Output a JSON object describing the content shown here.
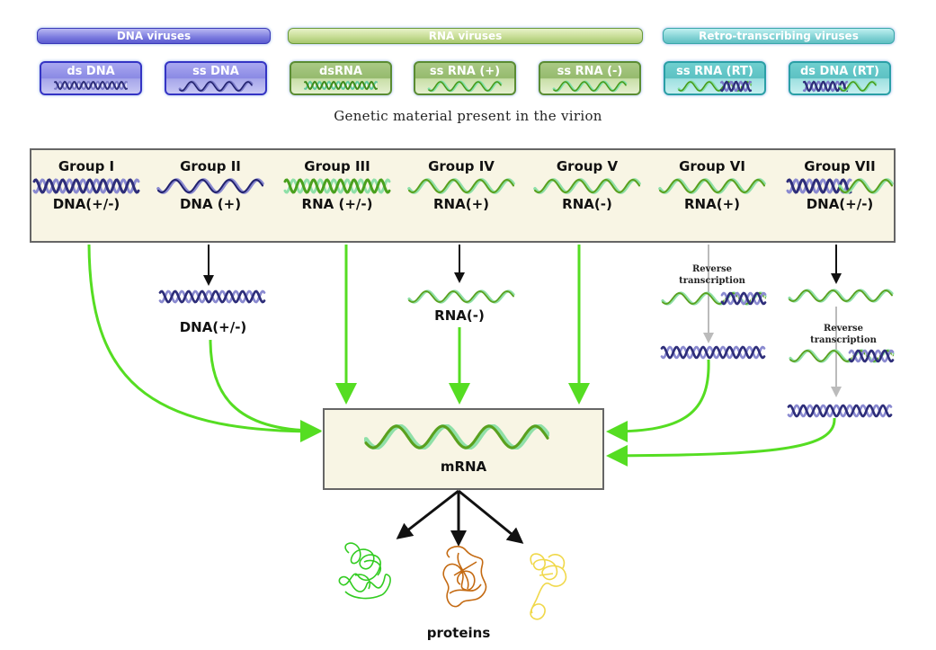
{
  "categories": [
    {
      "label": "DNA viruses",
      "style": "dna"
    },
    {
      "label": "RNA viruses",
      "style": "rna"
    },
    {
      "label": "Retro-transcribing viruses",
      "style": "rt"
    }
  ],
  "material_tiles": [
    {
      "label": "ds DNA",
      "style": "dna",
      "icon": "ds-dna-helix"
    },
    {
      "label": "ss DNA",
      "style": "dna",
      "icon": "ss-dna-strand"
    },
    {
      "label": "dsRNA",
      "style": "rna",
      "icon": "ds-rna-helix"
    },
    {
      "label": "ss RNA (+)",
      "style": "rna",
      "icon": "ss-rna-strand"
    },
    {
      "label": "ss RNA (-)",
      "style": "rna",
      "icon": "ss-rna-strand"
    },
    {
      "label": "ss RNA (RT)",
      "style": "rt",
      "icon": "rna-dna-hybrid"
    },
    {
      "label": "ds DNA (RT)",
      "style": "rt",
      "icon": "dna-rna-hybrid"
    }
  ],
  "subtitle": "Genetic material present in the virion",
  "groups": [
    {
      "name": "Group I",
      "genome": "DNA(+/-)",
      "icon": "ds-dna-helix"
    },
    {
      "name": "Group II",
      "genome": "DNA (+)",
      "icon": "ss-dna-strand"
    },
    {
      "name": "Group III",
      "genome": "RNA (+/-)",
      "icon": "ds-rna-helix"
    },
    {
      "name": "Group IV",
      "genome": "RNA(+)",
      "icon": "ss-rna-strand"
    },
    {
      "name": "Group V",
      "genome": "RNA(-)",
      "icon": "ss-rna-strand"
    },
    {
      "name": "Group VI",
      "genome": "RNA(+)",
      "icon": "ss-rna-strand"
    },
    {
      "name": "Group VII",
      "genome": "DNA(+/-)",
      "icon": "dna-rna-hybrid"
    }
  ],
  "intermediates": {
    "group2": "DNA(+/-)",
    "group4": "RNA(-)",
    "group6_rt": "Reverse transcription",
    "group7_rt": "Reverse transcription"
  },
  "mrna_label": "mRNA",
  "proteins_label": "proteins",
  "colors": {
    "dna_dark": "#2e2e7a",
    "dna_light": "#8a8ad0",
    "rna_dark": "#5aa01e",
    "rna_light": "#8fe0a8",
    "arrow_green": "#55dd22",
    "arrow_black": "#111111",
    "arrow_gray": "#bbbbbb",
    "protein_green": "#33cc22",
    "protein_orange": "#c46a12",
    "protein_yellow": "#f0d84a",
    "box_fill": "#f8f5e4"
  }
}
